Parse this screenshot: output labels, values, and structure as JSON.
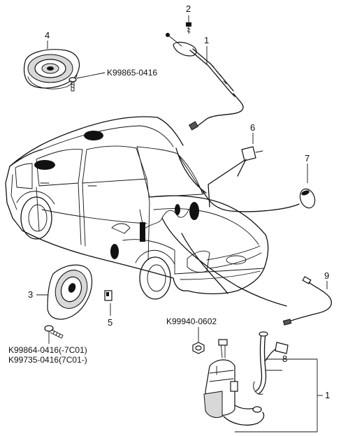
{
  "callouts": {
    "c1_top": "1",
    "c2": "2",
    "c3": "3",
    "c4": "4",
    "c5": "5",
    "c6": "6",
    "c7": "7",
    "c8": "8",
    "c9": "9",
    "c1_bottom": "1"
  },
  "part_numbers": {
    "screw_front_speaker": "K99865-0416",
    "nut_antenna": "K99940-0602",
    "screw_rear_1": "K99864-0416(-7C01)",
    "screw_rear_2": "K99735-0416(7C01-)"
  }
}
